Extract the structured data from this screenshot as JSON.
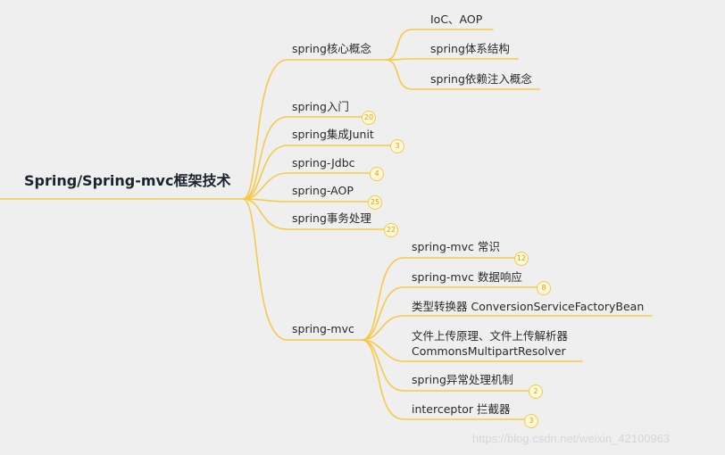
{
  "root": {
    "label": "Spring/Spring-mvc框架技术"
  },
  "branches": [
    {
      "label": "spring核心概念",
      "children": [
        {
          "label": "IoC、AOP"
        },
        {
          "label": "spring体系结构"
        },
        {
          "label": "spring依赖注入概念"
        }
      ]
    },
    {
      "label": "spring入门",
      "count": "20"
    },
    {
      "label": "spring集成Junit",
      "count": "3"
    },
    {
      "label": "spring-Jdbc",
      "count": "4"
    },
    {
      "label": "spring-AOP",
      "count": "25"
    },
    {
      "label": "spring事务处理",
      "count": "22"
    },
    {
      "label": "spring-mvc",
      "children": [
        {
          "label": "spring-mvc 常识",
          "count": "12"
        },
        {
          "label": "spring-mvc 数据响应",
          "count": "8"
        },
        {
          "label": "类型转换器 ConversionServiceFactoryBean"
        },
        {
          "label_line1": "文件上传原理、文件上传解析器",
          "label_line2": "CommonsMultipartResolver"
        },
        {
          "label": "spring异常处理机制",
          "count": "2"
        },
        {
          "label": "interceptor 拦截器",
          "count": "3"
        }
      ]
    }
  ],
  "watermark": "https://blog.csdn.net/weixin_42100963",
  "colors": {
    "connector": "#f7c948",
    "background": "#efefef",
    "text": "#2a2a2a"
  }
}
